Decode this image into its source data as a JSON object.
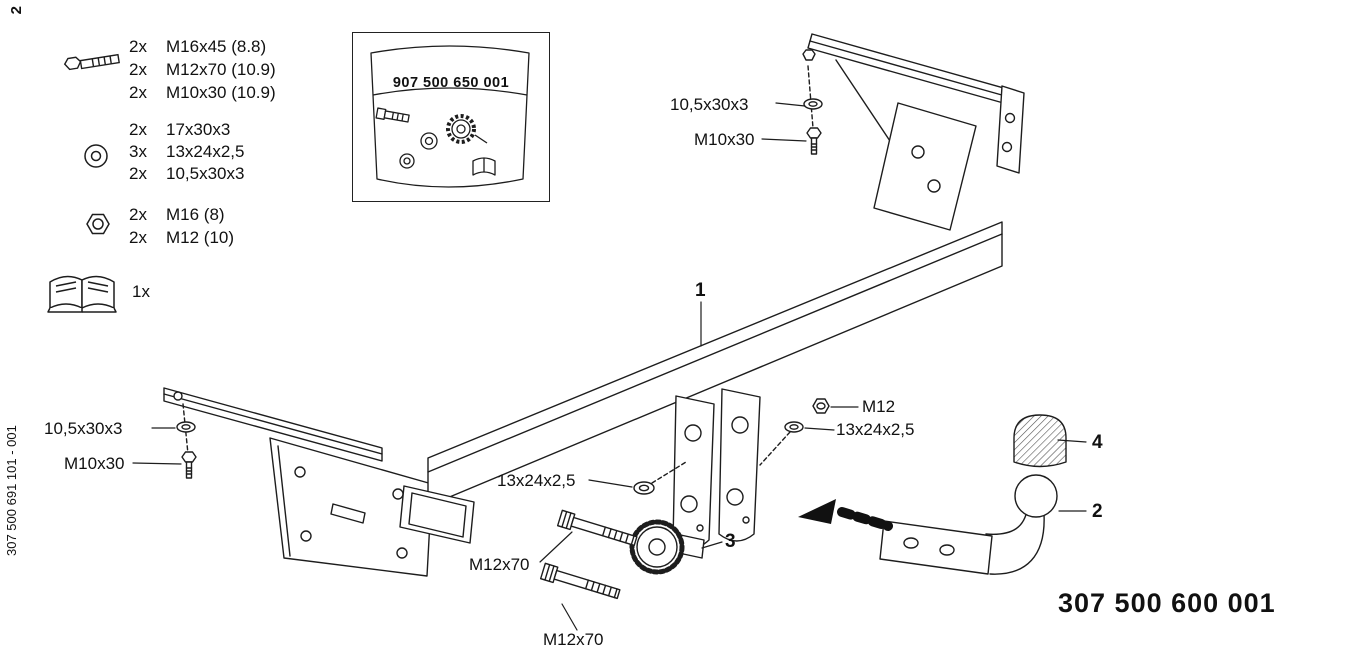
{
  "page": {
    "corner_number": "2",
    "side_code": "307 500 691 101 - 001",
    "main_part_number": "307 500 600 001",
    "ink_color": "#1d1d1d"
  },
  "inset": {
    "part_number": "907 500 650 001"
  },
  "parts_list": {
    "bolts": {
      "icon": "bolt-icon",
      "rows": [
        {
          "qty": "2x",
          "spec": "M16x45 (8.8)"
        },
        {
          "qty": "2x",
          "spec": "M12x70 (10.9)"
        },
        {
          "qty": "2x",
          "spec": "M10x30 (10.9)"
        }
      ]
    },
    "washers": {
      "icon": "washer-icon",
      "rows": [
        {
          "qty": "2x",
          "spec": "17x30x3"
        },
        {
          "qty": "3x",
          "spec": "13x24x2,5"
        },
        {
          "qty": "2x",
          "spec": "10,5x30x3"
        }
      ]
    },
    "nuts": {
      "icon": "nut-icon",
      "rows": [
        {
          "qty": "2x",
          "spec": "M16 (8)"
        },
        {
          "qty": "2x",
          "spec": "M12 (10)"
        }
      ]
    },
    "manual": {
      "icon": "manual-icon",
      "qty": "1x"
    }
  },
  "callouts": {
    "top_washer": "10,5x30x3",
    "top_bolt": "M10x30",
    "left_washer": "10,5x30x3",
    "left_bolt": "M10x30",
    "mid_washer": "13x24x2,5",
    "right_washer": "13x24x2,5",
    "nut": "M12",
    "bolt_front": "M12x70",
    "bolt_rear": "M12x70",
    "item_1": "1",
    "item_2": "2",
    "item_3": "3",
    "item_4": "4"
  }
}
